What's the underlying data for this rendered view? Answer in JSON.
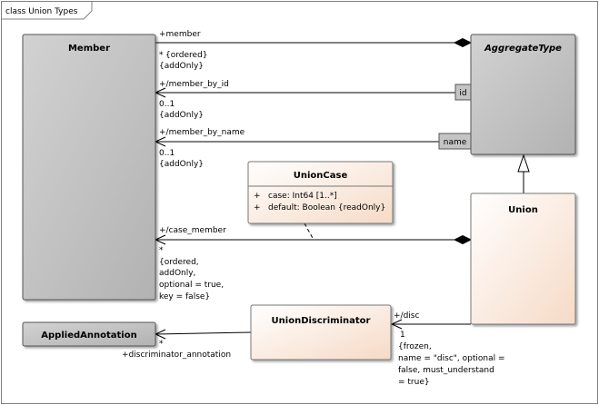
{
  "frame": {
    "title": "class Union Types"
  },
  "classes": {
    "member": {
      "name": "Member"
    },
    "aggregate_type": {
      "name": "AggregateType"
    },
    "union_case": {
      "name": "UnionCase",
      "attributes": [
        {
          "visibility": "+",
          "text": "case: Int64 [1..*]"
        },
        {
          "visibility": "+",
          "text": "default: Boolean {readOnly}"
        }
      ]
    },
    "union": {
      "name": "Union"
    },
    "union_discriminator": {
      "name": "UnionDiscriminator"
    },
    "applied_annotation": {
      "name": "AppliedAnnotation"
    }
  },
  "qualifiers": {
    "id": "id",
    "name": "name"
  },
  "associations": {
    "member": {
      "role": "+member",
      "mult": "*",
      "constraints": [
        "{ordered}",
        "{addOnly}"
      ]
    },
    "member_by_id": {
      "role": "+/member_by_id",
      "mult": "0..1",
      "constraints": [
        "{addOnly}"
      ]
    },
    "member_by_name": {
      "role": "+/member_by_name",
      "mult": "0..1",
      "constraints": [
        "{addOnly}"
      ]
    },
    "case_member": {
      "role": "+/case_member",
      "mult": "*",
      "constraints": [
        "{ordered,",
        "addOnly,",
        "optional = true,",
        "key = false}"
      ]
    },
    "disc": {
      "role": "+/disc",
      "mult": "1",
      "constraints": [
        "{frozen,",
        "name = \"disc\", optional =",
        "false, must_understand",
        "= true}"
      ]
    },
    "discriminator_annotation": {
      "role": "+discriminator_annotation",
      "mult": "*"
    }
  }
}
